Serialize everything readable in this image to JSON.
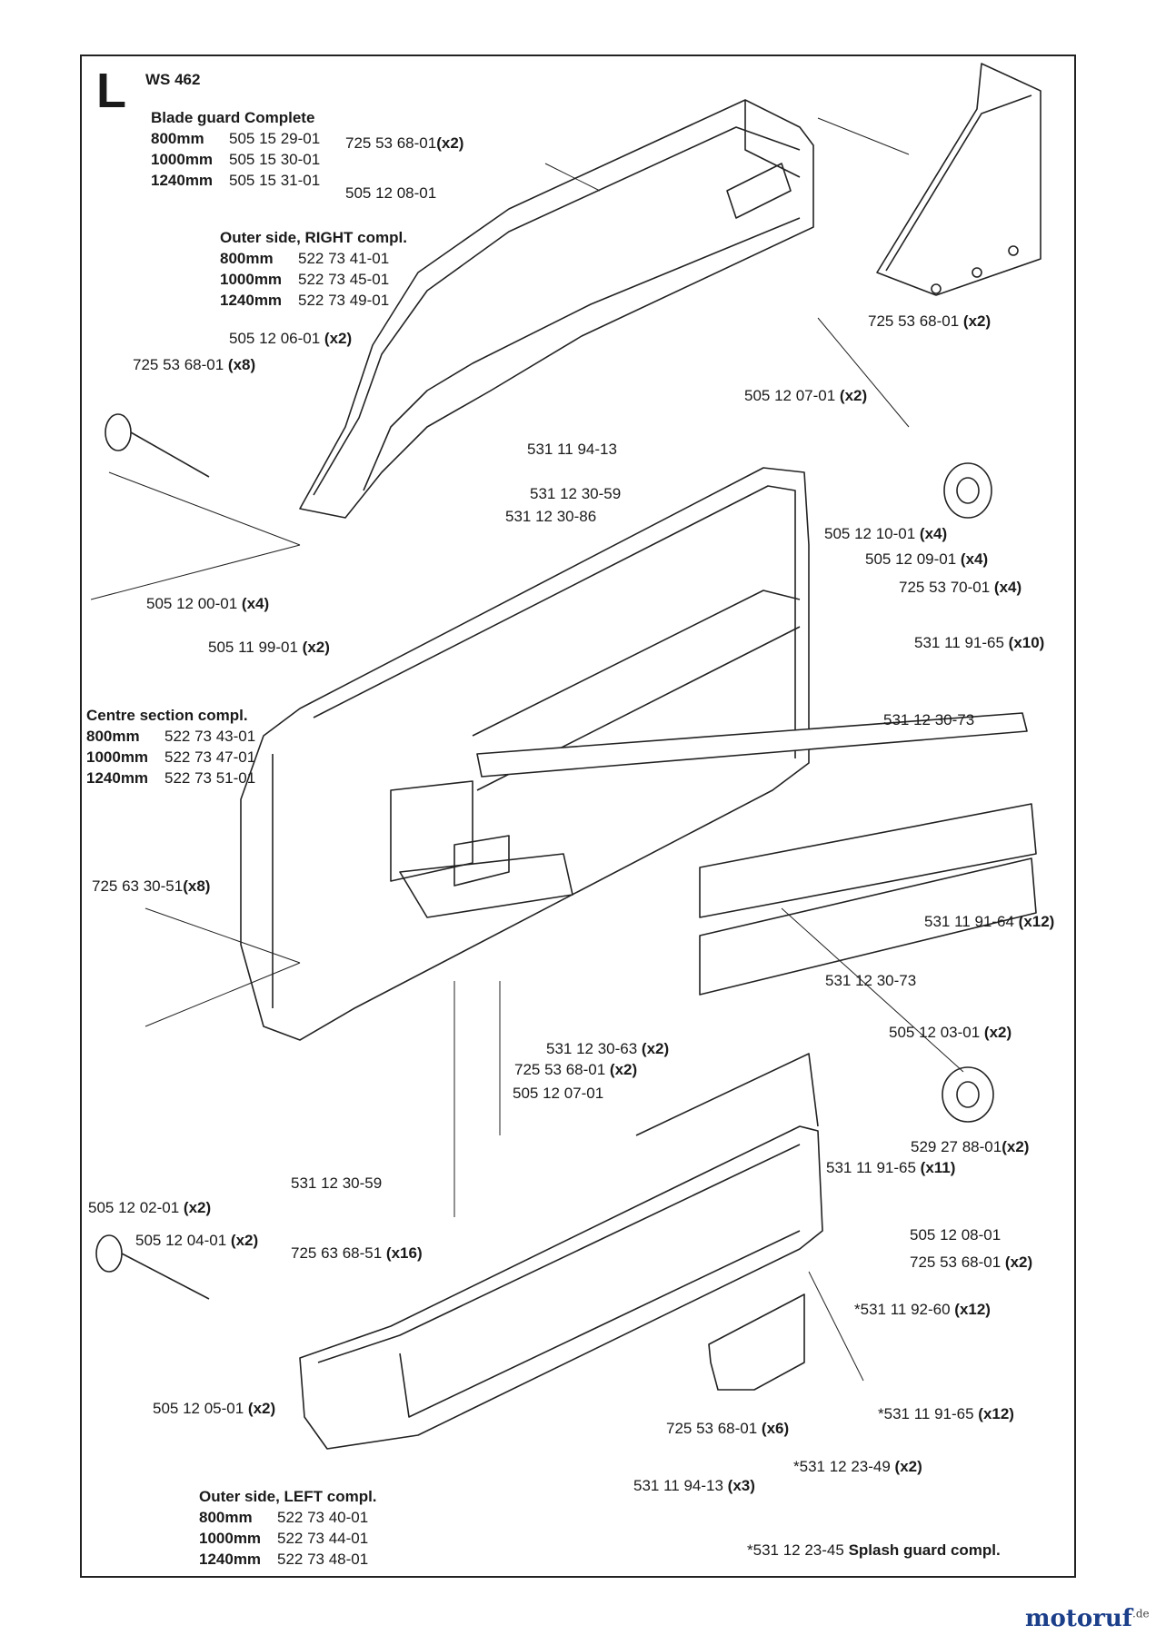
{
  "header": {
    "section_letter": "L",
    "model": "WS 462"
  },
  "groups": {
    "blade_guard": {
      "title": "Blade guard Complete",
      "rows": [
        {
          "size": "800mm",
          "part": "505 15 29-01"
        },
        {
          "size": "1000mm",
          "part": "505 15 30-01"
        },
        {
          "size": "1240mm",
          "part": "505 15 31-01"
        }
      ]
    },
    "outer_right": {
      "title": "Outer side, RIGHT compl.",
      "rows": [
        {
          "size": "800mm",
          "part": "522 73 41-01"
        },
        {
          "size": "1000mm",
          "part": "522 73 45-01"
        },
        {
          "size": "1240mm",
          "part": "522 73 49-01"
        }
      ]
    },
    "centre": {
      "title": "Centre section compl.",
      "rows": [
        {
          "size": "800mm",
          "part": "522 73 43-01"
        },
        {
          "size": "1000mm",
          "part": "522 73 47-01"
        },
        {
          "size": "1240mm",
          "part": "522 73 51-01"
        }
      ]
    },
    "outer_left": {
      "title": "Outer side, LEFT compl.",
      "rows": [
        {
          "size": "800mm",
          "part": "522 73 40-01"
        },
        {
          "size": "1000mm",
          "part": "522 73 44-01"
        },
        {
          "size": "1240mm",
          "part": "522 73 48-01"
        }
      ]
    }
  },
  "callouts": [
    {
      "part": "725 53 68-01",
      "qty": "(x2)"
    },
    {
      "part": "505 12 08-01",
      "qty": ""
    },
    {
      "part": "725 53 68-01",
      "qty": " (x2)"
    },
    {
      "part": "505 12 06-01",
      "qty": " (x2)"
    },
    {
      "part": "725 53 68-01",
      "qty": " (x8)"
    },
    {
      "part": "505 12 07-01",
      "qty": " (x2)"
    },
    {
      "part": "531 11 94-13",
      "qty": ""
    },
    {
      "part": "531 12 30-59",
      "qty": ""
    },
    {
      "part": "531 12 30-86",
      "qty": ""
    },
    {
      "part": "505 12 10-01",
      "qty": " (x4)"
    },
    {
      "part": "505 12 09-01",
      "qty": " (x4)"
    },
    {
      "part": "725 53 70-01",
      "qty": " (x4)"
    },
    {
      "part": "505 12 00-01",
      "qty": " (x4)"
    },
    {
      "part": "505 11 99-01",
      "qty": " (x2)"
    },
    {
      "part": "531 11 91-65",
      "qty": " (x10)"
    },
    {
      "part": "531 12 30-73",
      "qty": ""
    },
    {
      "part": "725 63 30-51",
      "qty": "(x8)"
    },
    {
      "part": "531 11 91-64",
      "qty": " (x12)"
    },
    {
      "part": "531 12 30-73",
      "qty": ""
    },
    {
      "part": "505 12 03-01",
      "qty": " (x2)"
    },
    {
      "part": "531 12 30-63",
      "qty": " (x2)"
    },
    {
      "part": "725 53 68-01",
      "qty": " (x2)"
    },
    {
      "part": "505 12 07-01",
      "qty": ""
    },
    {
      "part": "529 27 88-01",
      "qty": "(x2)"
    },
    {
      "part": "531 11 91-65",
      "qty": " (x11)"
    },
    {
      "part": "531 12 30-59",
      "qty": ""
    },
    {
      "part": "505 12 02-01",
      "qty": " (x2)"
    },
    {
      "part": "505 12 04-01",
      "qty": " (x2)"
    },
    {
      "part": "505 12 08-01",
      "qty": ""
    },
    {
      "part": "725 63 68-51",
      "qty": " (x16)"
    },
    {
      "part": "725 53 68-01",
      "qty": " (x2)"
    },
    {
      "part": "*531 11 92-60",
      "qty": " (x12)"
    },
    {
      "part": "505 12 05-01",
      "qty": " (x2)"
    },
    {
      "part": "*531 11 91-65",
      "qty": " (x12)"
    },
    {
      "part": "725 53 68-01",
      "qty": " (x6)"
    },
    {
      "part": "*531 12 23-49",
      "qty": " (x2)"
    },
    {
      "part": "531 11 94-13",
      "qty": " (x3)"
    }
  ],
  "footnote": {
    "part": "*531 12 23-45",
    "text": "Splash guard compl."
  },
  "watermark": {
    "name": "motoruf",
    "suffix": ".de"
  }
}
